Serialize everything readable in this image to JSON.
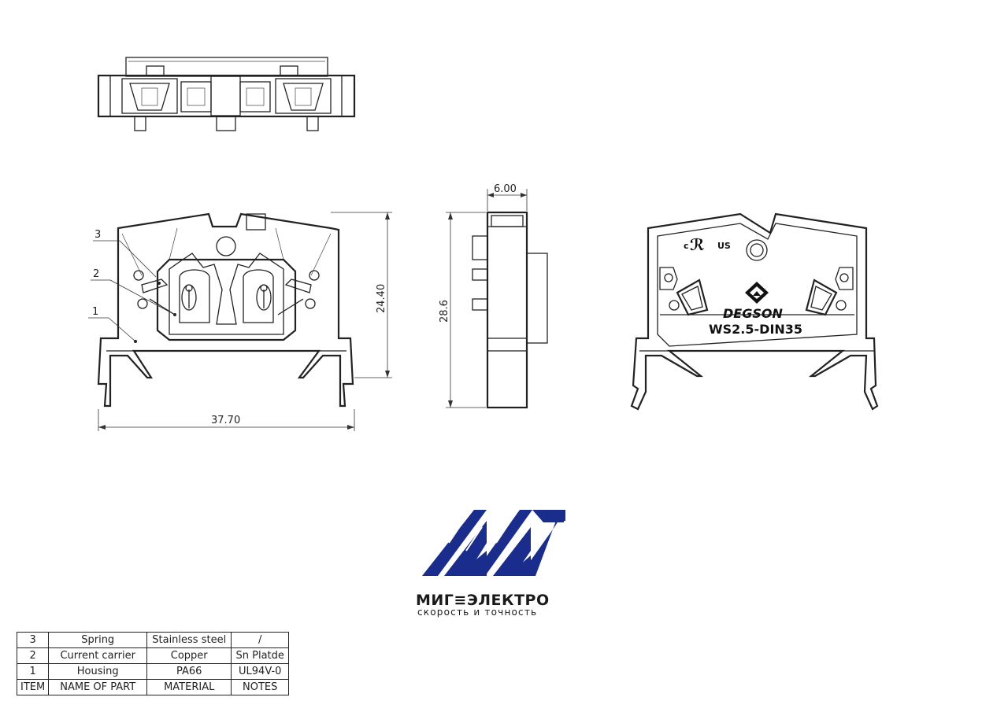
{
  "drawing": {
    "dimensions": {
      "width_front": "37.70",
      "height_front": "24.40",
      "width_side": "6.00",
      "height_side": "28.6"
    },
    "callouts": [
      "3",
      "2",
      "1"
    ],
    "marking": {
      "ul_mark": "c",
      "ul_us": "US",
      "brand": "DEGSON",
      "model": "WS2.5-DIN35"
    }
  },
  "logo": {
    "name": "МИГ≡ЭЛЕКТРО",
    "tagline": "скорость и точность",
    "color": "#1a2d8c"
  },
  "parts_table": {
    "rows": [
      {
        "item": "3",
        "name": "Spring",
        "material": "Stainless steel",
        "notes": "/"
      },
      {
        "item": "2",
        "name": "Current carrier",
        "material": "Copper",
        "notes": "Sn Platde"
      },
      {
        "item": "1",
        "name": "Housing",
        "material": "PA66",
        "notes": "UL94V-0"
      }
    ],
    "header": {
      "item": "ITEM",
      "name": "NAME OF PART",
      "material": "MATERIAL",
      "notes": "NOTES"
    }
  }
}
